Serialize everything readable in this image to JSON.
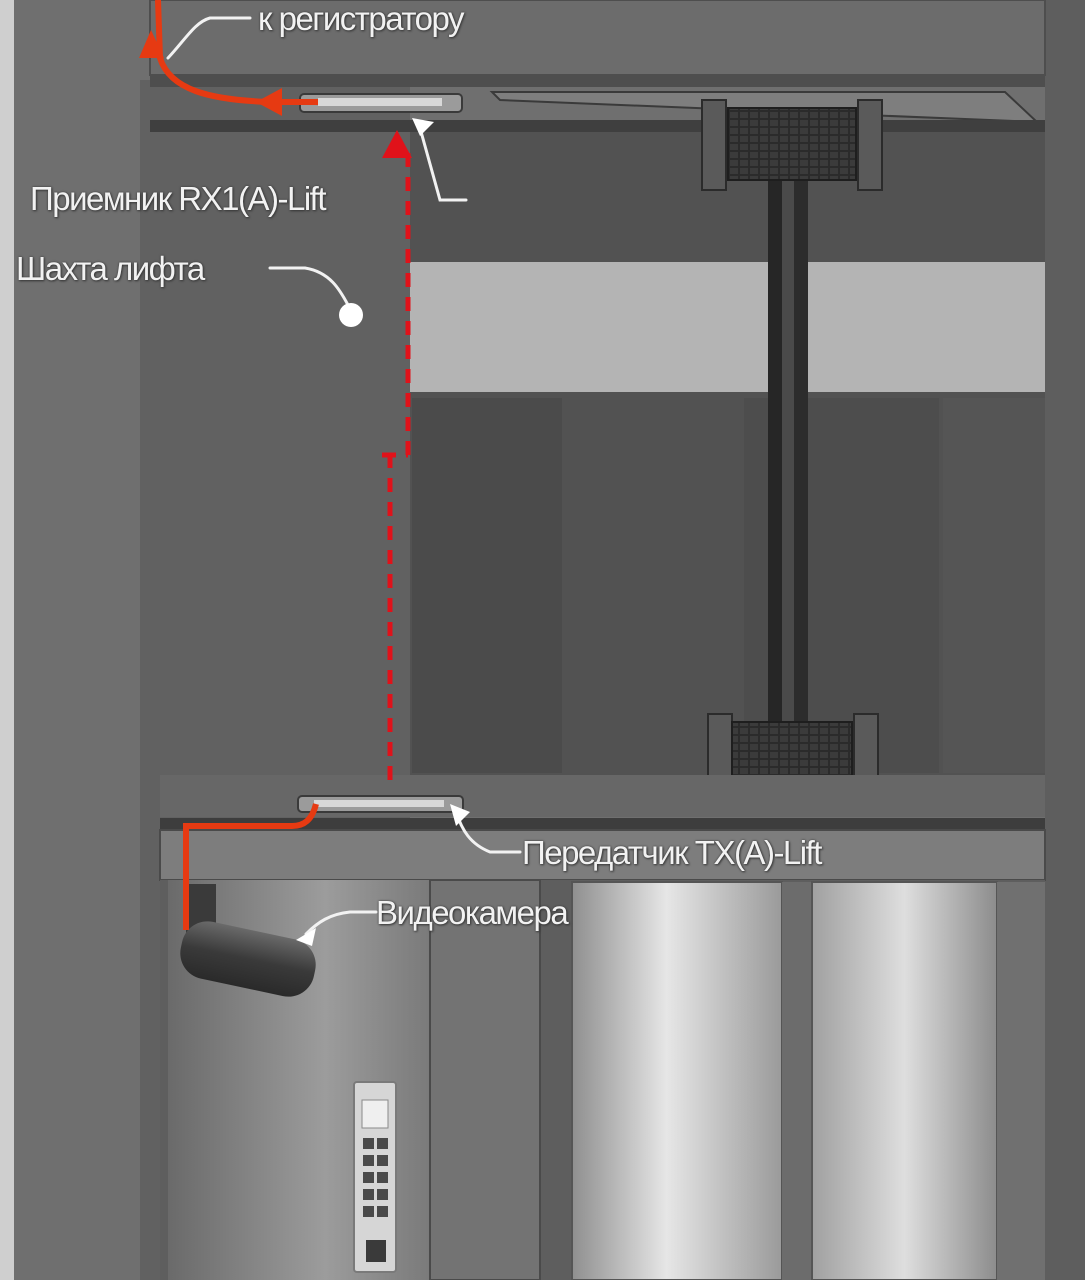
{
  "labels": {
    "recorder": "к регистратору",
    "receiver": "Приемник RX1(A)-Lift",
    "shaft": "Шахта лифта",
    "transmitter": "Передатчик TX(A)-Lift",
    "camera": "Видеокамера"
  },
  "colors": {
    "background": "#6f6f6f",
    "shaft_wall": "#5a5a5a",
    "cable": "#e63a12",
    "signal": "#e0121a",
    "label_text": "#f2f2f2"
  }
}
